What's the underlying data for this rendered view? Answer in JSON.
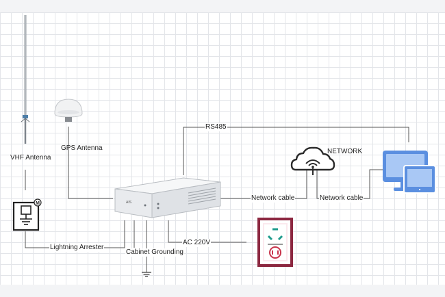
{
  "labels": {
    "vhf_antenna": "VHF Antenna",
    "gps_antenna": "GPS Antenna",
    "rs485": "RS485",
    "network": "NETWORK",
    "network_cable_1": "Network cable",
    "network_cable_2": "Network cable",
    "lightning_arrester": "Lightning Arrester",
    "cabinet_grounding": "Cabinet Grounding",
    "ac_220v": "AC 220V",
    "device_brand": "AIS",
    "arrester_badge": "M"
  },
  "colors": {
    "line": "#555555",
    "cloud": "#2a2a2a",
    "monitor_blue": "#5b8fe0",
    "monitor_light": "#a9c8f5",
    "socket_frame": "#8c2740",
    "socket_teal": "#1f9b8c",
    "socket_red": "#c8344c"
  }
}
